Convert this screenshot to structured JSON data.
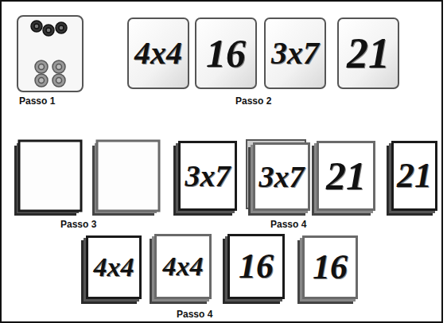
{
  "diagram": {
    "nodes": [
      {
        "text": [
          "4x4"
        ]
      },
      {
        "text": [
          "16"
        ]
      },
      {
        "text": [
          "3x7"
        ]
      },
      {
        "text": [
          "21"
        ]
      },
      {
        "text": [
          "3x7"
        ]
      },
      {
        "text": [
          "3x7"
        ]
      },
      {
        "text": [
          "21"
        ]
      },
      {
        "text": [
          "21"
        ]
      },
      {
        "text": [
          "4x4"
        ]
      },
      {
        "text": [
          "4x4"
        ]
      },
      {
        "text": [
          "16"
        ]
      },
      {
        "text": [
          "16"
        ]
      }
    ],
    "labels": [
      "Passo 1",
      "Passo 2",
      "Passo 3",
      "Passo 4",
      "Passo 4"
    ]
  }
}
